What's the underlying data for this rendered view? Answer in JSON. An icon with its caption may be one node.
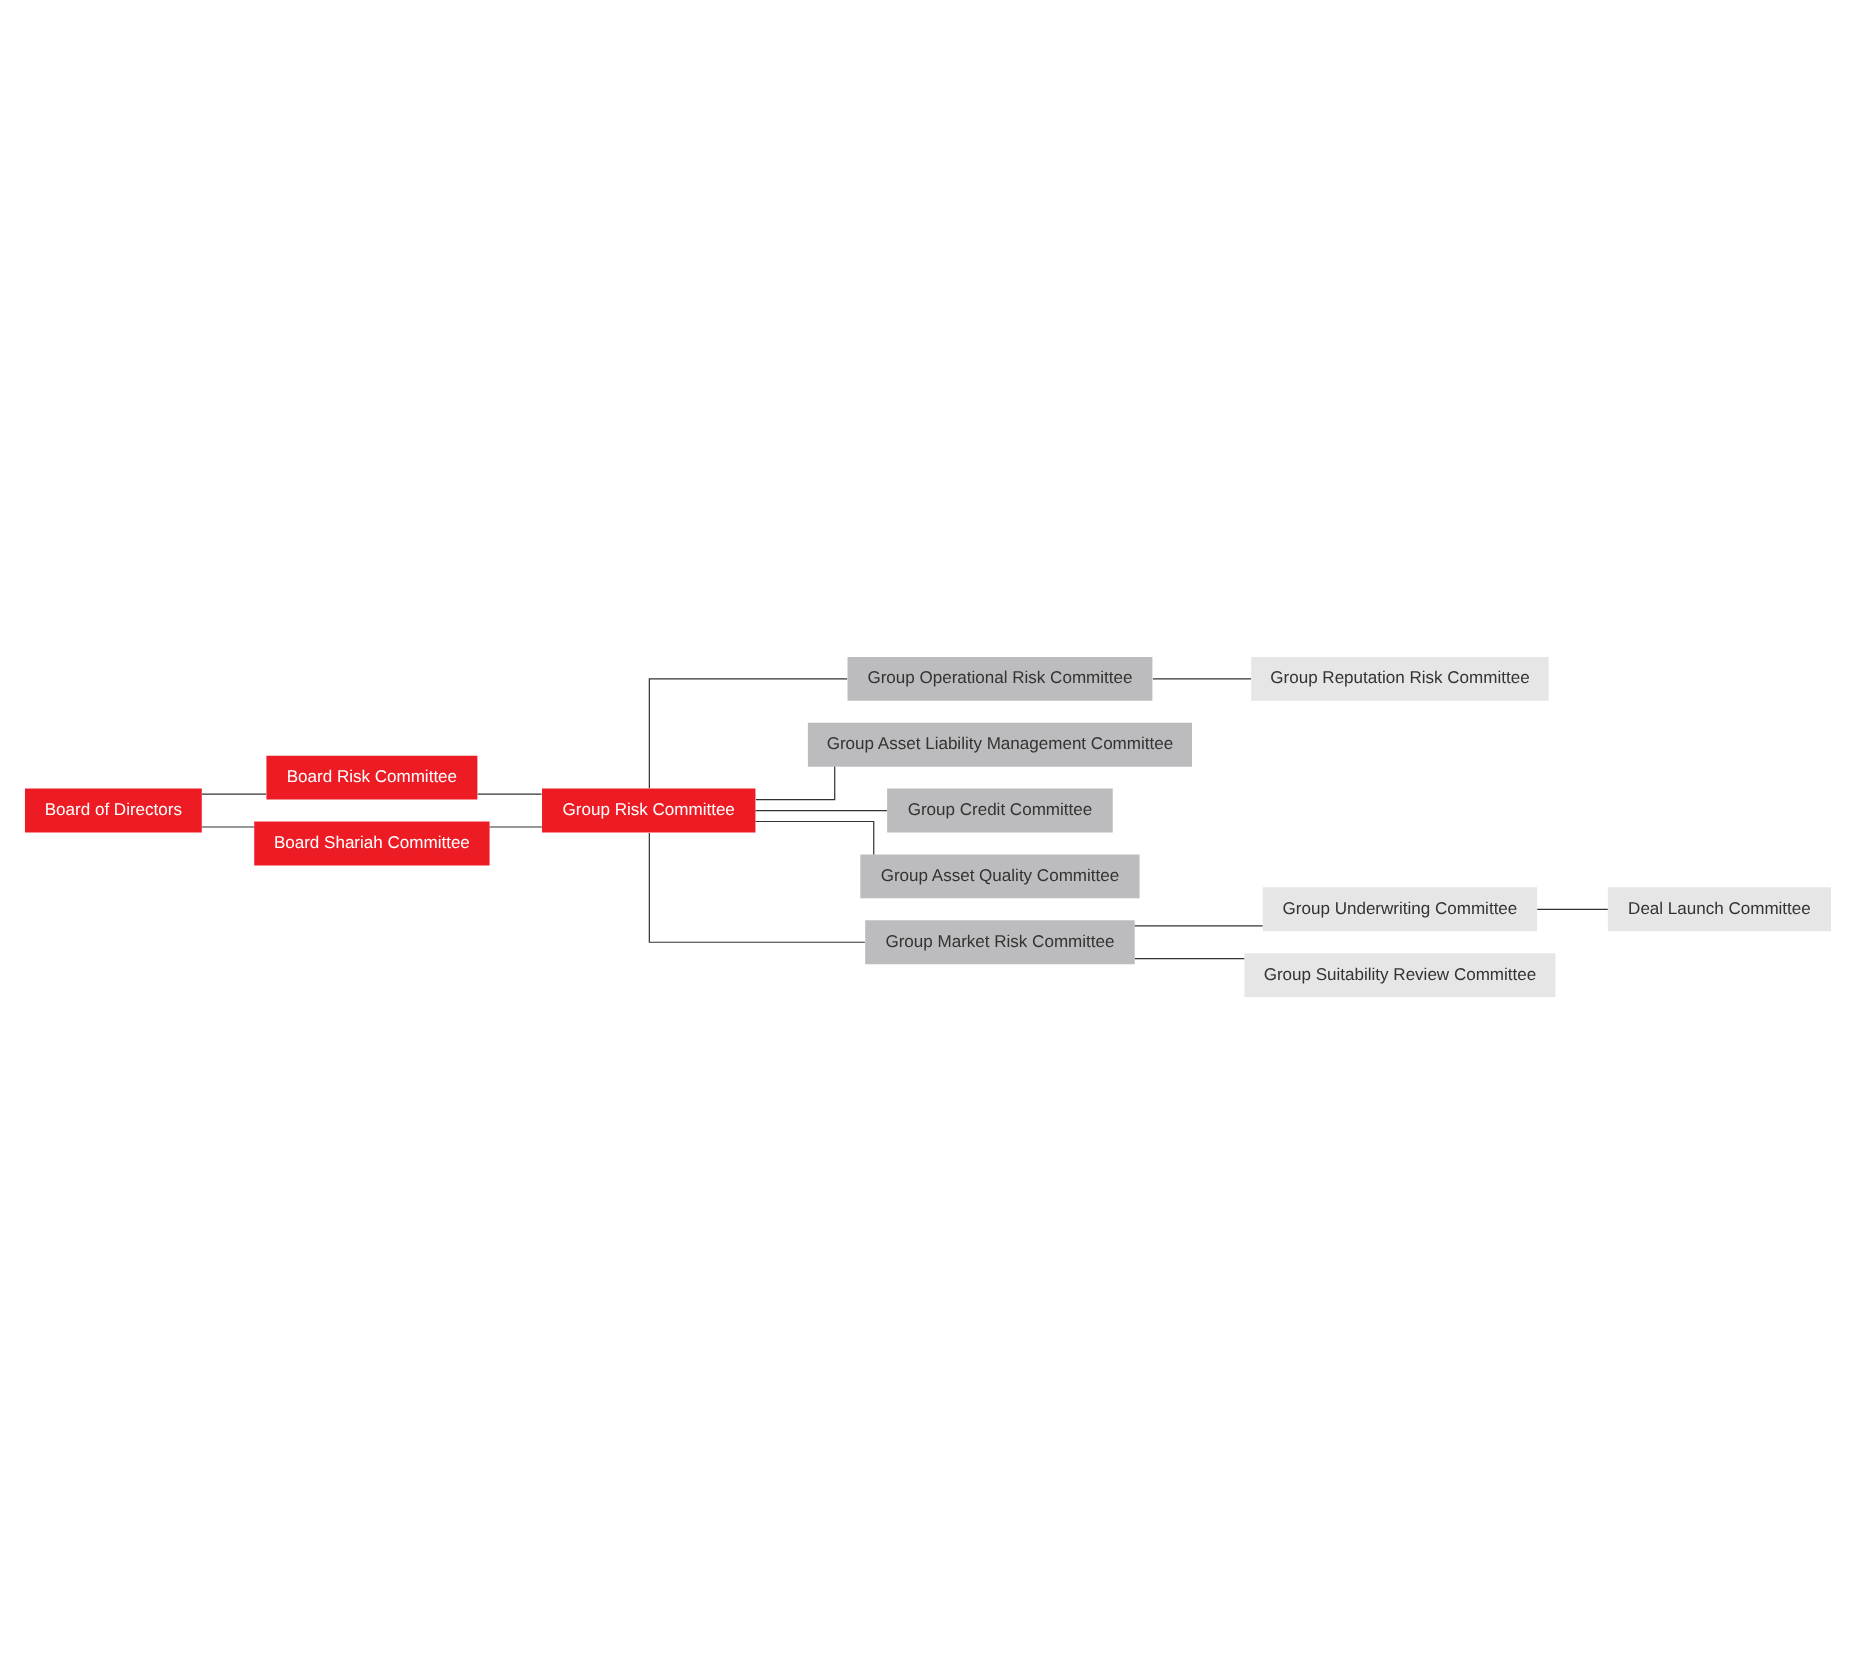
{
  "diagram": {
    "nodes": [
      {
        "text": [
          "Board of Directors"
        ]
      },
      {
        "text": [
          "Board Risk Committee"
        ]
      },
      {
        "text": [
          "Board Shariah Committee"
        ]
      },
      {
        "text": [
          "Group Risk Committee"
        ]
      },
      {
        "text": [
          "Group Operational Risk Committee"
        ]
      },
      {
        "text": [
          "Group Reputation Risk Committee"
        ]
      },
      {
        "text": [
          "Group Asset Liability Management Committee"
        ]
      },
      {
        "text": [
          "Group Credit Committee"
        ]
      },
      {
        "text": [
          "Group Asset Quality Committee"
        ]
      },
      {
        "text": [
          "Group Market Risk Committee"
        ]
      },
      {
        "text": [
          "Group Underwriting Committee"
        ]
      },
      {
        "text": [
          "Deal Launch Committee"
        ]
      },
      {
        "text": [
          "Group Suitability Review Committee"
        ]
      }
    ],
    "edges": [
      {
        "from": 0,
        "to": 1,
        "arrow": "none"
      },
      {
        "from": 0,
        "to": 2,
        "arrow": "none"
      },
      {
        "from": 1,
        "to": 3,
        "arrow": "none"
      },
      {
        "from": 2,
        "to": 3,
        "arrow": "none"
      },
      {
        "from": 3,
        "to": 4,
        "arrow": "none"
      },
      {
        "from": 4,
        "to": 5,
        "arrow": "none"
      },
      {
        "from": 3,
        "to": 6,
        "arrow": "none"
      },
      {
        "from": 3,
        "to": 7,
        "arrow": "none"
      },
      {
        "from": 3,
        "to": 8,
        "arrow": "none"
      },
      {
        "from": 3,
        "to": 9,
        "arrow": "none"
      },
      {
        "from": 9,
        "to": 10,
        "arrow": "none"
      },
      {
        "from": 10,
        "to": 11,
        "arrow": "none"
      },
      {
        "from": 9,
        "to": 12,
        "arrow": "none"
      }
    ]
  }
}
